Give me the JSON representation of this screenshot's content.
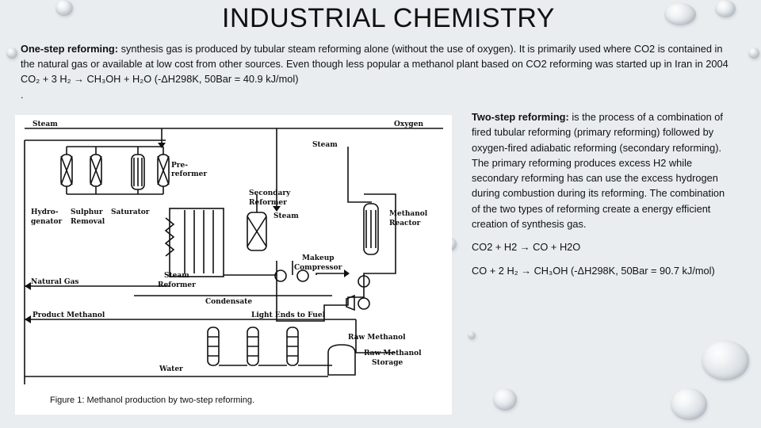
{
  "title": "INDUSTRIAL CHEMISTRY",
  "one_step": {
    "heading": "One-step reforming:",
    "body": " synthesis gas is produced by tubular steam reforming alone (without the use of oxygen). It is primarily used where CO2 is contained in the natural gas or available at low cost from other sources. Even though less popular a methanol plant based on CO2 reforming was started up in Iran in 2004",
    "equation": "CO₂ + 3 H₂ → CH₃OH + H₂O   (-ΔH298K, 50Bar = 40.9 kJ/mol)",
    "dot": "."
  },
  "two_step": {
    "heading": "Two-step reforming:",
    "body": " is the process of a combination of fired tubular reforming (primary reforming) followed by oxygen-fired adiabatic reforming (secondary reforming).  The primary reforming produces excess H2 while secondary reforming has can use the excess hydrogen during combustion during its reforming.  The combination of the two types of reforming create a energy efficient creation of synthesis gas.",
    "equation1": "CO2 + H2 → CO + H2O",
    "equation2": "CO + 2 H₂ → CH₃OH     (-ΔH298K, 50Bar = 90.7 kJ/mol)"
  },
  "diagram": {
    "labels": {
      "steam_top": "Steam",
      "oxygen": "Oxygen",
      "steam_mid": "Steam",
      "pre_reformer_1": "Pre-",
      "pre_reformer_2": "reformer",
      "secondary_reformer_1": "Secondary",
      "secondary_reformer_2": "Reformer",
      "steam_sec": "Steam",
      "methanol_reactor_1": "Methanol",
      "methanol_reactor_2": "Reactor",
      "hydrogenator_1": "Hydro-",
      "hydrogenator_2": "genator",
      "sulphur_removal_1": "Sulphur",
      "sulphur_removal_2": "Removal",
      "saturator": "Saturator",
      "makeup_compressor_1": "Makeup",
      "makeup_compressor_2": "Compressor",
      "steam_reformer_1": "Steam",
      "steam_reformer_2": "Reformer",
      "natural_gas": "Natural Gas",
      "condensate": "Condensate",
      "product_methanol": "Product Methanol",
      "light_ends": "Light Ends to Fuel",
      "raw_methanol": "Raw Methanol",
      "raw_methanol_storage_1": "Raw Methanol",
      "raw_methanol_storage_2": "Storage",
      "water": "Water"
    },
    "caption": "Figure 1: Methanol production by two-step reforming."
  }
}
